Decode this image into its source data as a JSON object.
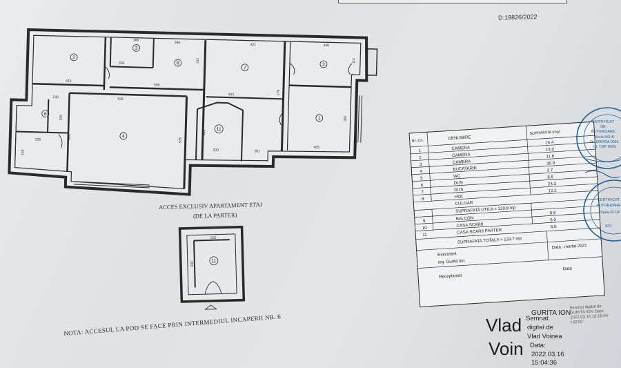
{
  "doc_id": "D:19826/2022",
  "plan": {
    "rooms": [
      {
        "n": "2",
        "dims": [
          "413"
        ]
      },
      {
        "n": "3",
        "dims": [
          "166",
          "206"
        ]
      },
      {
        "n": "8",
        "dims": [
          "266",
          "536",
          "212"
        ]
      },
      {
        "n": "7",
        "dims": [
          "421",
          "333",
          "276"
        ]
      },
      {
        "n": "3",
        "dims": [
          "400",
          "114"
        ]
      },
      {
        "n": "6",
        "dims": [
          "230",
          "205"
        ]
      },
      {
        "n": "4",
        "dims": [
          "636",
          "576",
          "405"
        ]
      },
      {
        "n": "11",
        "dims": [
          "315",
          "200",
          "201"
        ]
      },
      {
        "n": "1",
        "dims": [
          "405",
          "392"
        ]
      },
      {
        "n": "5",
        "dims": [
          "228",
          "155"
        ]
      }
    ],
    "access_line1": "ACCES EXCLUSIV APARTAMENT ETAJ",
    "access_line2": "(DE LA PARTER)",
    "stair_room": {
      "n": "11",
      "dims": [
        "210",
        "330"
      ]
    },
    "note": "NOTA: ACCESUL LA POD SE FACE PRIN INTERMEDIUL INCAPERII NR. 6"
  },
  "table": {
    "headers": [
      "Nr. Crt.",
      "DENUMIRE",
      "SUPRAFATA (mp)"
    ],
    "rows": [
      [
        "1",
        "CAMERA",
        "16.4"
      ],
      [
        "2",
        "CAMERA",
        "13.0"
      ],
      [
        "3",
        "CAMERA",
        "11.8"
      ],
      [
        "4",
        "BUCATARIE",
        "30.9"
      ],
      [
        "5",
        "WC",
        "3.7"
      ],
      [
        "6",
        "DUS",
        "8.5"
      ],
      [
        "7",
        "DUS",
        "24.3"
      ],
      [
        "8",
        "HOL",
        "12.2"
      ],
      [
        "",
        "CULOAR",
        ""
      ]
    ],
    "subtotal": "SUPRAFATA UTILA = 120.8 mp",
    "rows2": [
      [
        "9",
        "BALCON",
        "0.9"
      ],
      [
        "10",
        "CASA SCARII",
        "6.0"
      ],
      [
        "11",
        "CASA SCARII PARTER",
        "6.0"
      ]
    ],
    "total": "SUPRAFATA TOTALA = 133.7 mp",
    "executant_label": "Executant",
    "executant_name": "ing. Gurita Ion",
    "date_label": "Data : martie 2022",
    "receptionat_label": "Receptionat",
    "date2_label": "Data"
  },
  "stamp": {
    "lines": [
      "CERTIFICAT",
      "DE",
      "AUTORIZARE",
      "Seria RO-B",
      "Nr. 0064SA 0001",
      "Gr. TOP GEN"
    ],
    "lines2": [
      "CERTIFICAT",
      "AUTORIZARE",
      "Seria RO-B",
      "IOV"
    ]
  },
  "signature": {
    "name_line": "GURITA ION",
    "big1": "Vlad",
    "big2": "Voin",
    "s1": "Semnat",
    "s2": "digital de",
    "s3": "Vlad Voinea",
    "s4": "Data:",
    "s5": "2022.03.16",
    "s6": "15:04:36",
    "tiny": "Semnat digital de GURITA ION Data: 2022.03.16 16:16:04 +02'00'"
  },
  "colors": {
    "paper": "#e4e6e8",
    "ink": "#2a2a2a",
    "stamp_blue": "#1f5fa0"
  }
}
